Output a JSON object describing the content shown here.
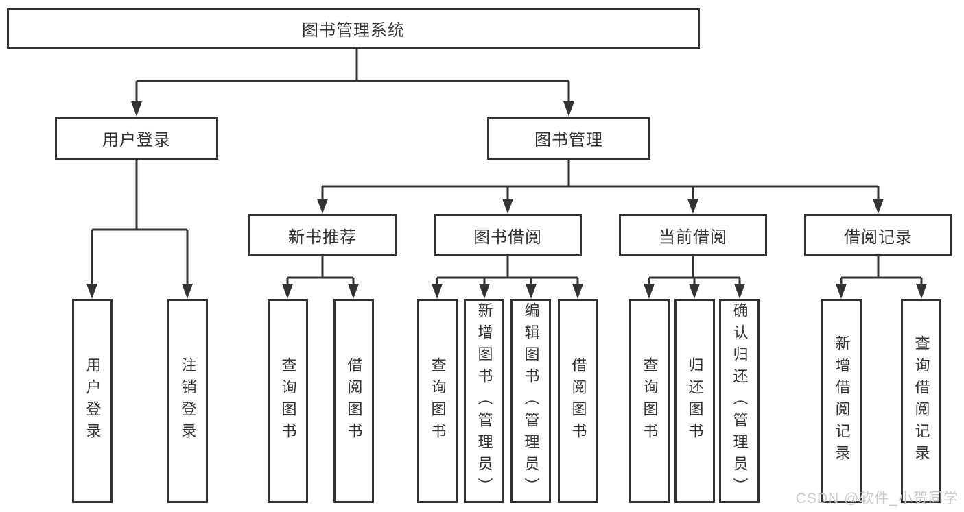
{
  "diagram": {
    "root": {
      "label": "图书管理系统"
    },
    "user_login": {
      "label": "用户登录",
      "children": {
        "login": {
          "label": "用户登录"
        },
        "logout": {
          "label": "注销登录"
        }
      }
    },
    "book_mgmt": {
      "label": "图书管理",
      "sections": {
        "new_book": {
          "label": "新书推荐",
          "children": {
            "query": {
              "label": "查询图书"
            },
            "borrow": {
              "label": "借阅图书"
            }
          }
        },
        "borrowing": {
          "label": "图书借阅",
          "children": {
            "query": {
              "label": "查询图书"
            },
            "add": {
              "label": "新增图书（管理员）"
            },
            "edit": {
              "label": "编辑图书（管理员）"
            },
            "borrow": {
              "label": "借阅图书"
            }
          }
        },
        "current": {
          "label": "当前借阅",
          "children": {
            "query": {
              "label": "查询图书"
            },
            "return": {
              "label": "归还图书"
            },
            "confirm": {
              "label": "确认归还（管理员）"
            }
          }
        },
        "records": {
          "label": "借阅记录",
          "children": {
            "add": {
              "label": "新增借阅记录"
            },
            "query": {
              "label": "查询借阅记录"
            }
          }
        }
      }
    }
  },
  "watermark": {
    "text": "CSDN @软件_小贺同学"
  },
  "colors": {
    "line": "#333333",
    "box_border": "#333333",
    "text": "#333333",
    "watermark": "#c9c9c9",
    "background": "#ffffff"
  }
}
